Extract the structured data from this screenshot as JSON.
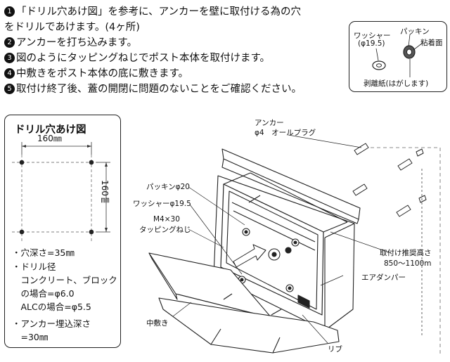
{
  "steps": [
    {
      "num": "1",
      "text": "「ドリル穴あけ図」を参考に、アンカーを壁に取付ける為の穴",
      "cont": "をドリルであけます。(4ヶ所)"
    },
    {
      "num": "2",
      "text": "アンカーを打ち込みます。"
    },
    {
      "num": "3",
      "text": "図のようにタッピングねじでポスト本体を取付けます。"
    },
    {
      "num": "4",
      "text": "中敷きをポスト本体の底に敷きます。"
    },
    {
      "num": "5",
      "text": "取付け終了後、蓋の開閉に問題のないことをご確認ください。"
    }
  ],
  "parts": {
    "washer": "ワッシャー",
    "washer_size": "(φ19.5)",
    "packing": "パッキン",
    "adhesive": "粘着面",
    "release_paper": "剥離紙(はがします)"
  },
  "drill": {
    "title": "ドリル穴あけ図",
    "width": "160㎜",
    "height": "160㎜",
    "specs": [
      "・穴深さ=35㎜",
      "・ドリル径",
      "　コンクリート、ブロック",
      "　の場合=φ6.0",
      "　ALCの場合=φ5.5",
      "・アンカー埋込深さ",
      "　=30㎜"
    ]
  },
  "labels": {
    "anchor": "アンカー",
    "anchor_spec": "φ4　オールプラグ",
    "packing": "パッキンφ20",
    "washer": "ワッシャーφ19.5",
    "screw_1": "M4×30",
    "screw_2": "タッピングねじ",
    "height_1": "取付け推奨高さ",
    "height_2": "850～1100m",
    "air_damper": "エアダンパー",
    "mat": "中敷き",
    "rib": "リブ"
  }
}
